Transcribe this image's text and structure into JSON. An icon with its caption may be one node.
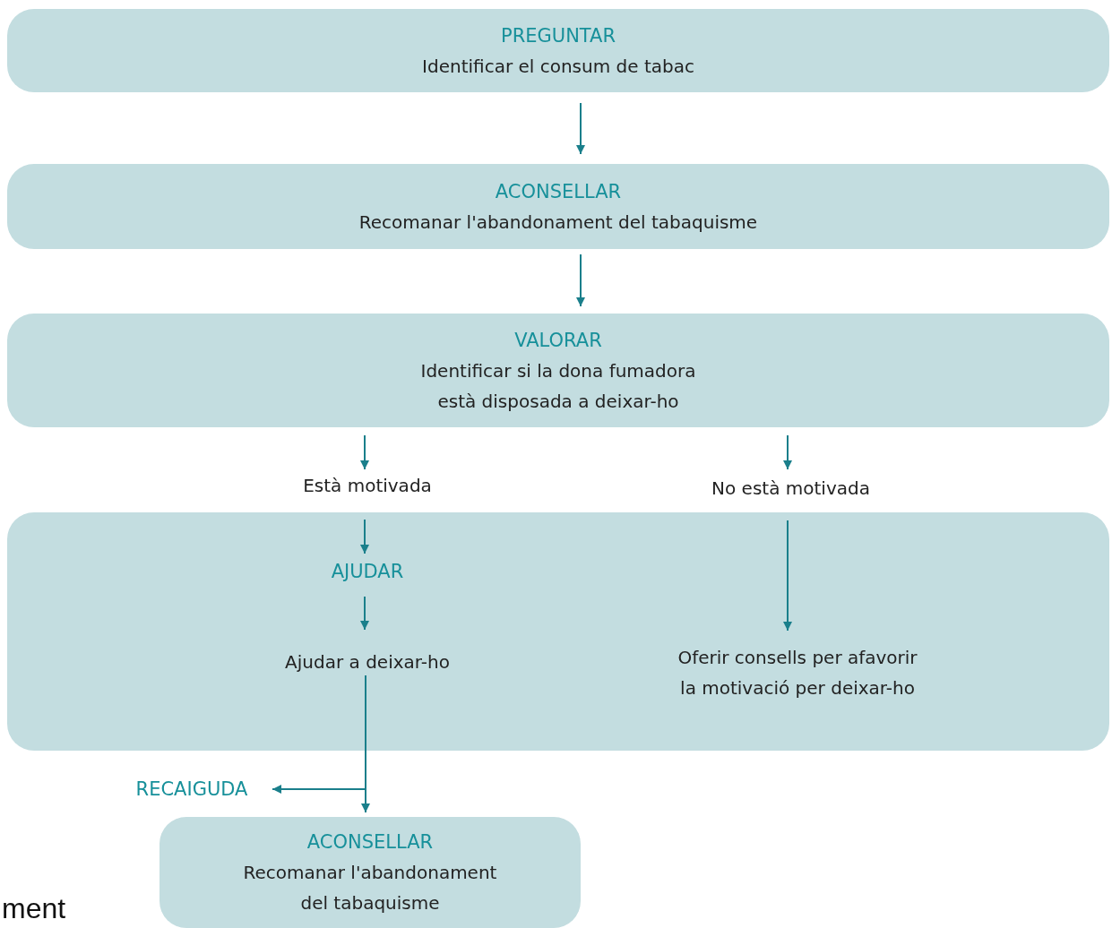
{
  "diagram": {
    "nodes": [
      {
        "text": [
          "PREGUNTAR",
          "Identificar el consum de tabac"
        ]
      },
      {
        "text": [
          "ACONSELLAR",
          "Recomanar l'abandonament del tabaquisme"
        ]
      },
      {
        "text": [
          "VALORAR",
          "Identificar si la dona fumadora està disposada a deixar-ho"
        ]
      },
      {
        "text": [
          "Està motivada"
        ]
      },
      {
        "text": [
          "No està motivada"
        ]
      },
      {
        "text": [],
        "shape": "box"
      },
      {
        "text": [
          "AJUDAR"
        ],
        "in": 5
      },
      {
        "text": [
          "Ajudar a deixar-ho"
        ],
        "in": 5
      },
      {
        "text": [
          "Oferir consells per afavorir la motivació per deixar-ho"
        ],
        "in": 5
      },
      {
        "text": [
          "ACONSELLAR",
          "Recomanar l'abandonament del tabaquisme"
        ]
      },
      {
        "text": [
          "RECAIGUDA"
        ]
      }
    ],
    "edges": [
      {
        "from": 0,
        "to": 1,
        "arrow": "to"
      },
      {
        "from": 1,
        "to": 2,
        "arrow": "to"
      },
      {
        "from": 2,
        "to": 3,
        "arrow": "to"
      },
      {
        "from": 2,
        "to": 4,
        "arrow": "to"
      },
      {
        "from": 3,
        "to": 6,
        "arrow": "to"
      },
      {
        "from": 6,
        "to": 7,
        "arrow": "to"
      },
      {
        "from": 4,
        "to": 8,
        "arrow": "to"
      },
      {
        "from": 7,
        "to": 9,
        "arrow": "to"
      },
      {
        "from": 7,
        "to": 10,
        "arrow": "to"
      }
    ],
    "labels": [
      "ment"
    ]
  }
}
